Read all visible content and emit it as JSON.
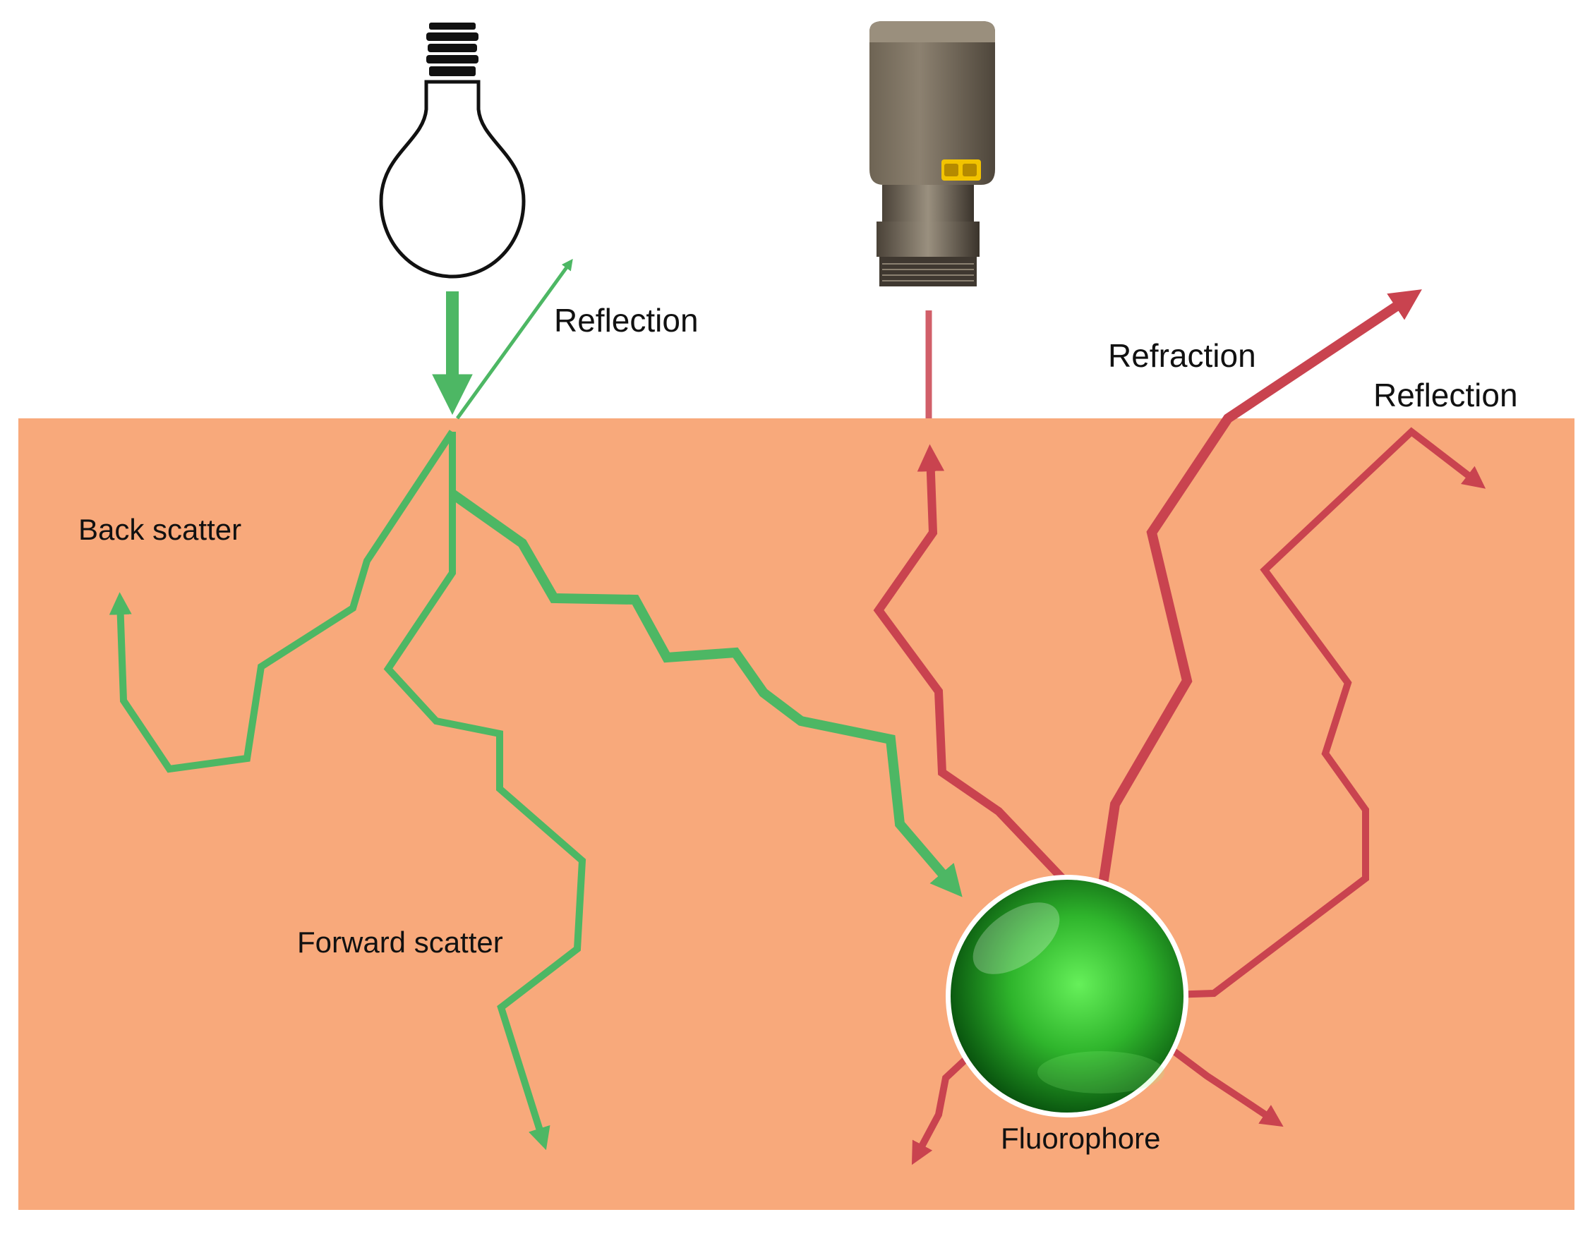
{
  "labels": {
    "reflection_left": "Reflection",
    "refraction": "Refraction",
    "reflection_right": "Reflection",
    "back_scatter": "Back scatter",
    "forward_scatter": "Forward scatter",
    "fluorophore": "Fluorophore"
  },
  "icons": {
    "light_source": "light-bulb-icon",
    "camera": "camera-icon",
    "fluorophore": "green-sphere"
  },
  "colors": {
    "tissue": "#f8a97b",
    "excitation": "#4db764",
    "emission": "#c9434f",
    "background": "#ffffff"
  }
}
